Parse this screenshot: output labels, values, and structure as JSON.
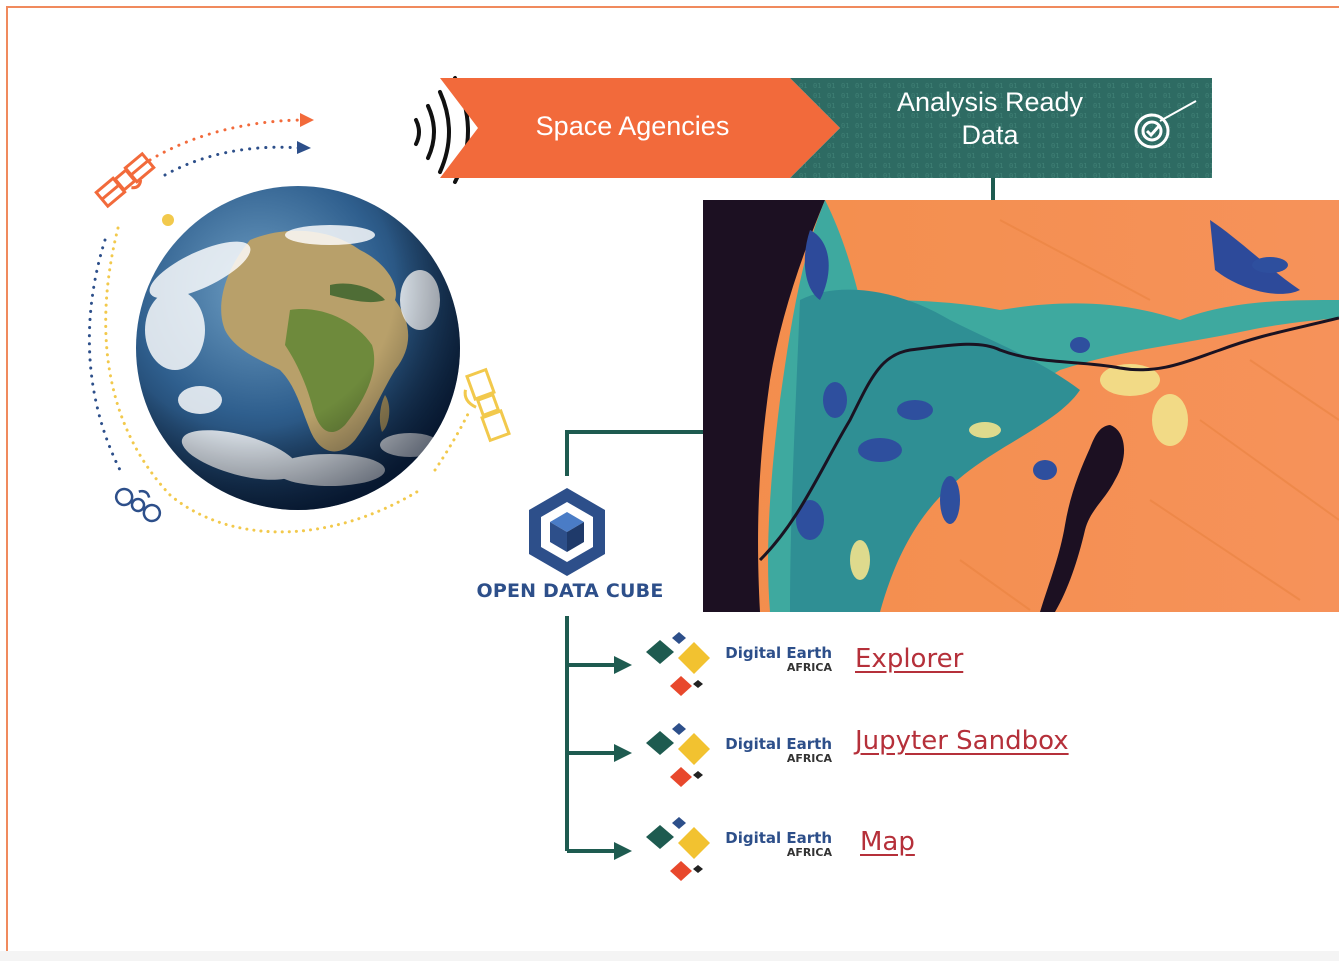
{
  "banner": {
    "source_label": "Space Agencies",
    "ard_line1": "Analysis Ready",
    "ard_line2": "Data"
  },
  "open_data_cube": {
    "label": "OPEN DATA CUBE"
  },
  "products": [
    {
      "brand": "Digital Earth",
      "sub": "AFRICA",
      "link": "Explorer"
    },
    {
      "brand": "Digital Earth",
      "sub": "AFRICA",
      "link": "Jupyter Sandbox"
    },
    {
      "brand": "Digital Earth",
      "sub": "AFRICA",
      "link": "Map"
    }
  ],
  "colors": {
    "orange": "#f26a3b",
    "teal": "#2e6b63",
    "connector": "#1e5b50",
    "link_red": "#b5303a",
    "odc_blue": "#2d4f8a"
  },
  "icons": {
    "satellites": [
      "satellite-orange-icon",
      "satellite-yellow-icon",
      "satellite-blue-icon"
    ],
    "signal": "signal-waves-icon",
    "verified": "verified-check-icon"
  }
}
